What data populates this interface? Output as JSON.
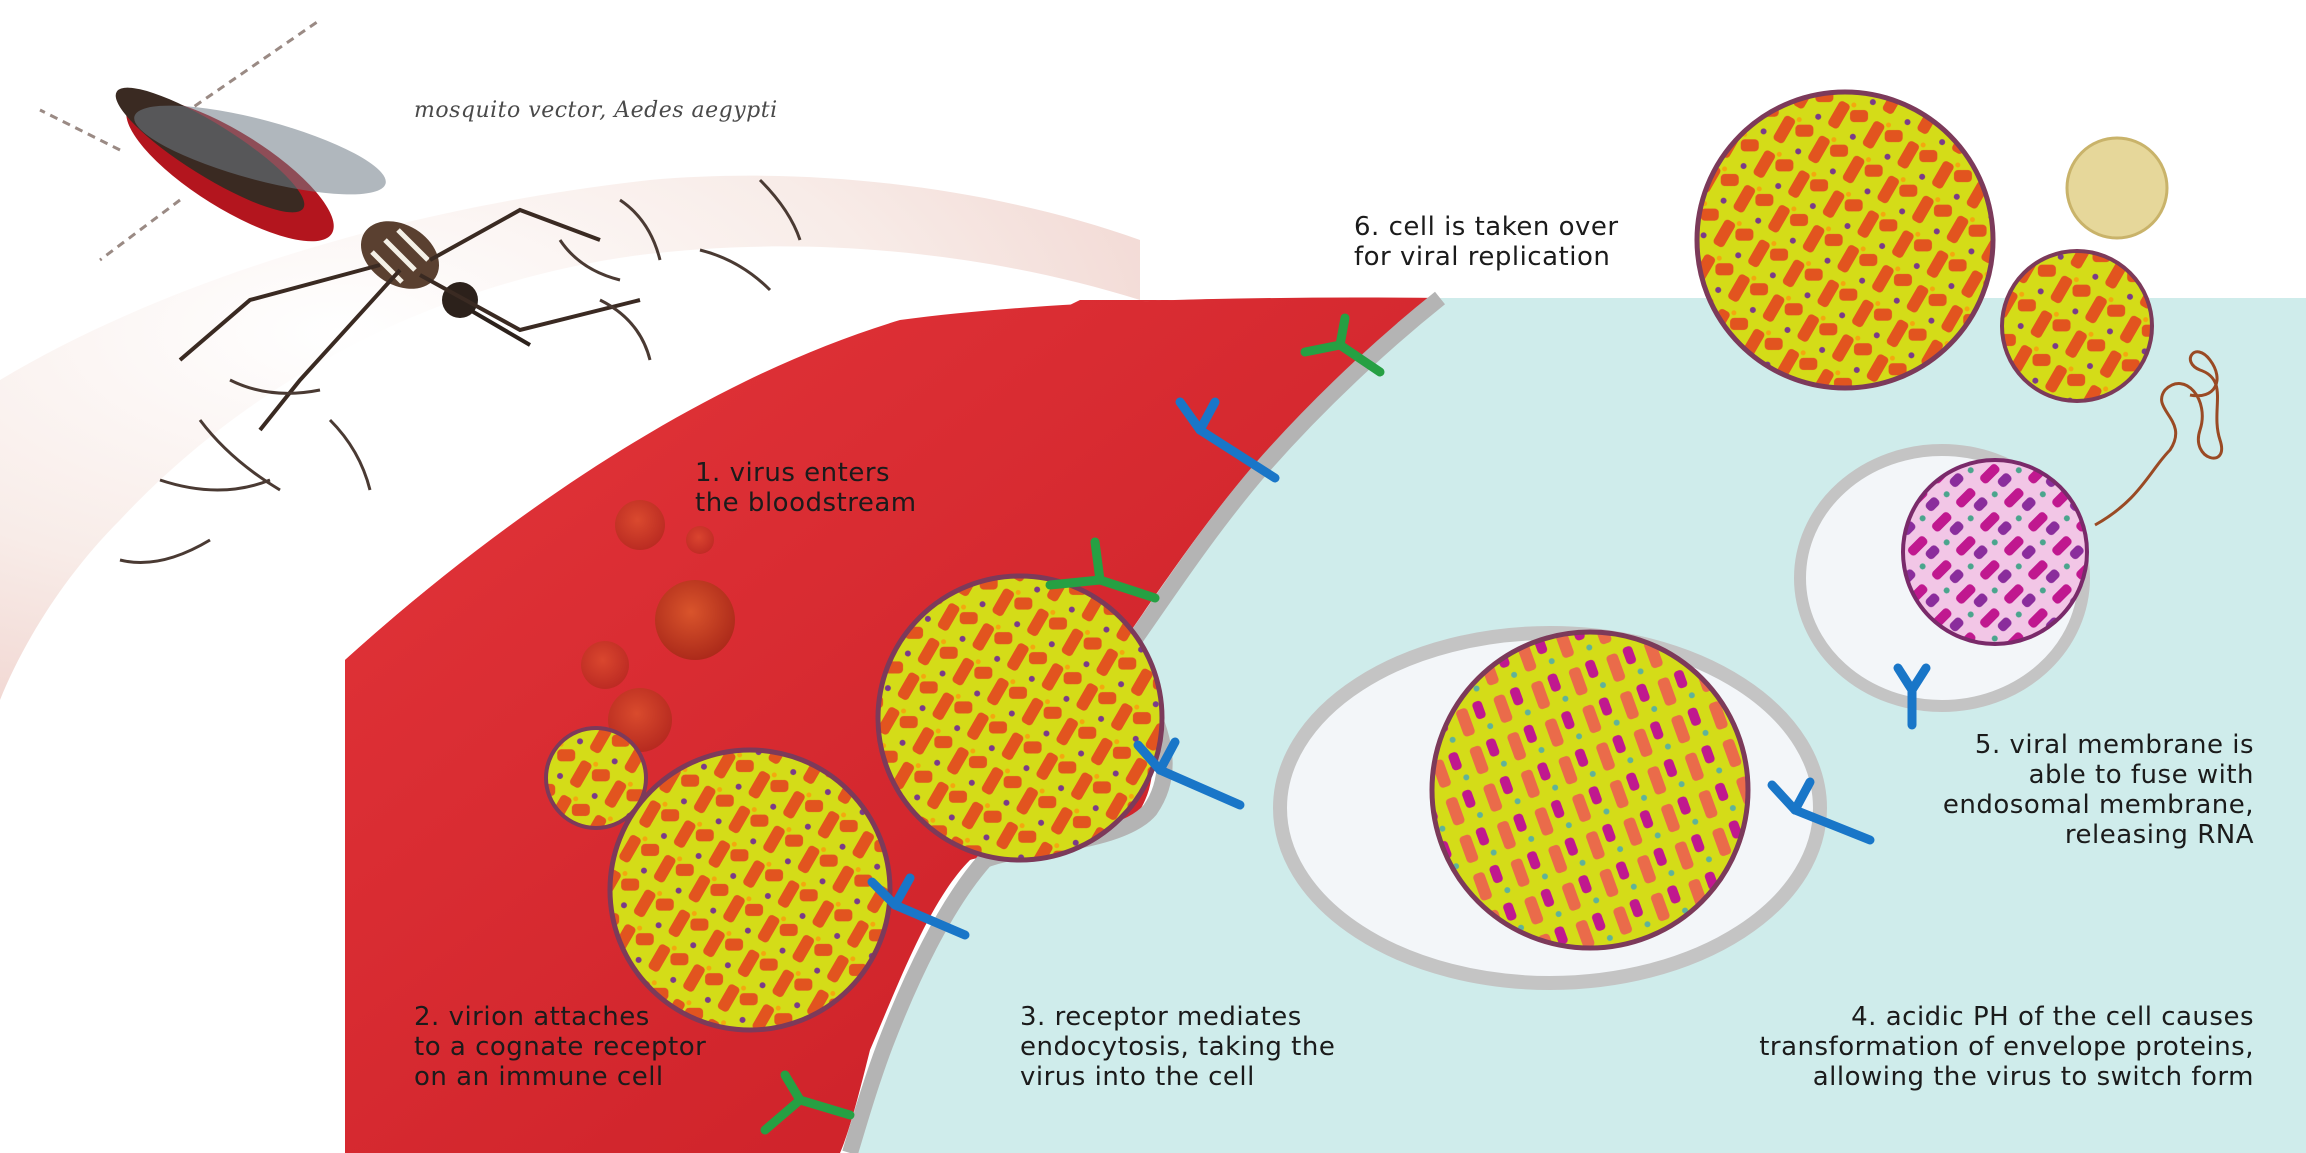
{
  "colors": {
    "blood": "#d8242b",
    "cell": "#cfeceb",
    "membrane": "#b9b9b9",
    "receptor_blue": "#1976c8",
    "receptor_green": "#26a043",
    "virion_yellow": "#d9e11a",
    "virion_orange": "#e0501e",
    "virion_magenta": "#c0188f"
  },
  "labels": {
    "mosquito": "mosquito vector, Aedes aegypti",
    "step1": [
      "1. virus enters",
      "the bloodstream"
    ],
    "step2": [
      "2. virion attaches",
      "to a cognate receptor",
      "on an immune cell"
    ],
    "step3": [
      "3. receptor mediates",
      "endocytosis, taking the",
      "virus into the cell"
    ],
    "step4": [
      "4. acidic PH of the cell causes",
      "transformation of envelope proteins,",
      "allowing the virus to switch form"
    ],
    "step5": [
      "5. viral membrane is",
      "able to fuse with",
      "endosomal membrane,",
      "releasing RNA"
    ],
    "step6": [
      "6. cell is taken over",
      "for viral replication"
    ]
  },
  "icons": [
    "mosquito-icon",
    "virion-icon",
    "receptor-icon",
    "rna-strand-icon",
    "endosome-icon"
  ]
}
